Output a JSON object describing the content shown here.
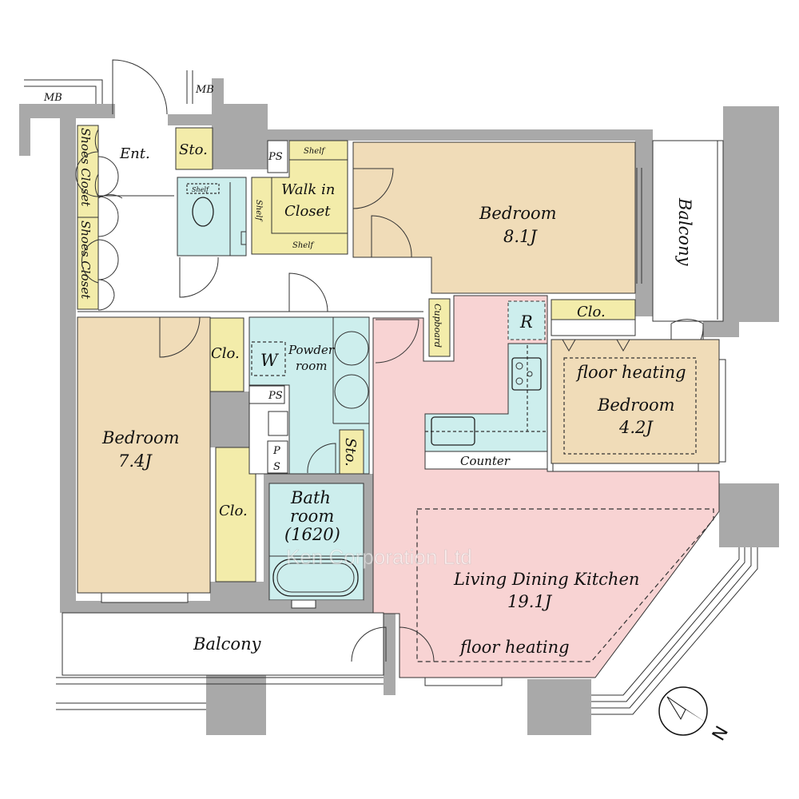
{
  "rooms": {
    "bedroom_a": {
      "label": "Bedroom",
      "size": "8.1J"
    },
    "bedroom_b": {
      "label": "Bedroom",
      "size": "7.4J"
    },
    "bedroom_c": {
      "label": "Bedroom",
      "size": "4.2J",
      "note": "floor heating"
    },
    "ldk": {
      "label": "Living Dining Kitchen",
      "size": "19.1J",
      "note": "floor heating"
    },
    "bath": {
      "line1": "Bath",
      "line2": "room",
      "line3": "(1620)"
    },
    "powder": {
      "line1": "Powder",
      "line2": "room",
      "washer": "W"
    },
    "wic": {
      "line1": "Walk in",
      "line2": "Closet",
      "shelf": "Shelf"
    },
    "toilet_shelf": "Shelf",
    "entrance": "Ent.",
    "shoes_closet": "Shoes Closet",
    "storage": "Sto.",
    "closet": "Clo.",
    "ps": "PS",
    "ps_v1": "P",
    "ps_v2": "S",
    "mb": "MB",
    "cupboard": "Cupboard",
    "refrigerator": "R",
    "counter": "Counter",
    "balcony": "Balcony"
  },
  "compass": {
    "north": "N"
  },
  "watermark": "Ken Corporation Ltd",
  "colors": {
    "bedroom": "#f0dcb8",
    "closet": "#f3ecaa",
    "wet": "#cdeeed",
    "ldk": "#f8d3d3",
    "wall": "#a9a9a9"
  }
}
